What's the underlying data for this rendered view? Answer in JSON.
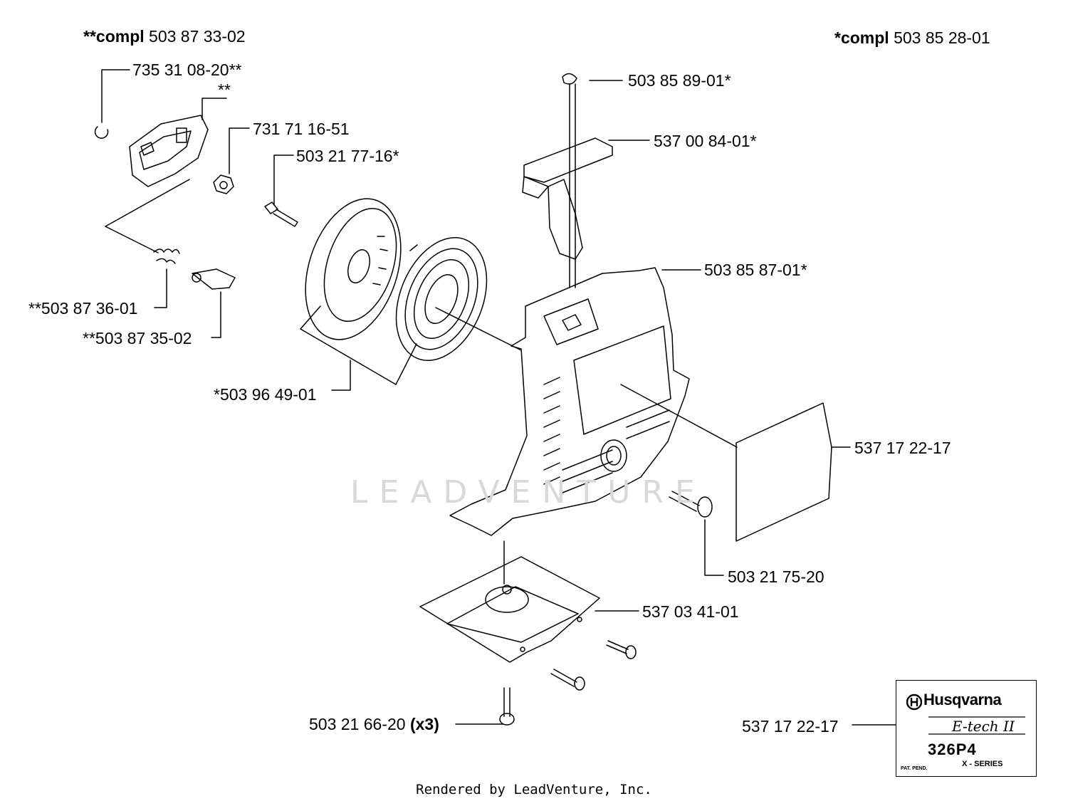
{
  "header": {
    "left_prefix": "**compl",
    "left_number": "503 87 33-02",
    "right_prefix": "*compl",
    "right_number": "503 85 28-01"
  },
  "labels": {
    "p1": "735 31 08-20**",
    "p2": "**",
    "p3": "731 71 16-51",
    "p4": "503 21 77-16*",
    "p5": "**503 87 36-01",
    "p6": "**503 87 35-02",
    "p7": "*503 96 49-01",
    "p8": "503 85 89-01*",
    "p9": "537 00 84-01*",
    "p10": "503 85 87-01*",
    "p11": "537 17 22-17",
    "p12": "503 21 75-20",
    "p13": "537 03 41-01",
    "p14_number": "503 21 66-20",
    "p14_qty": "(x3)",
    "p15": "537 17 22-17"
  },
  "decal": {
    "brand": "Husqvarna",
    "series": "E-tech II",
    "model": "326P4",
    "subseries": "X - SERIES",
    "patent": "PAT. PEND."
  },
  "watermark": "LEADVENTURE",
  "footer": "Rendered by LeadVenture, Inc.",
  "icons": [
    "husqvarna-logo-icon"
  ]
}
